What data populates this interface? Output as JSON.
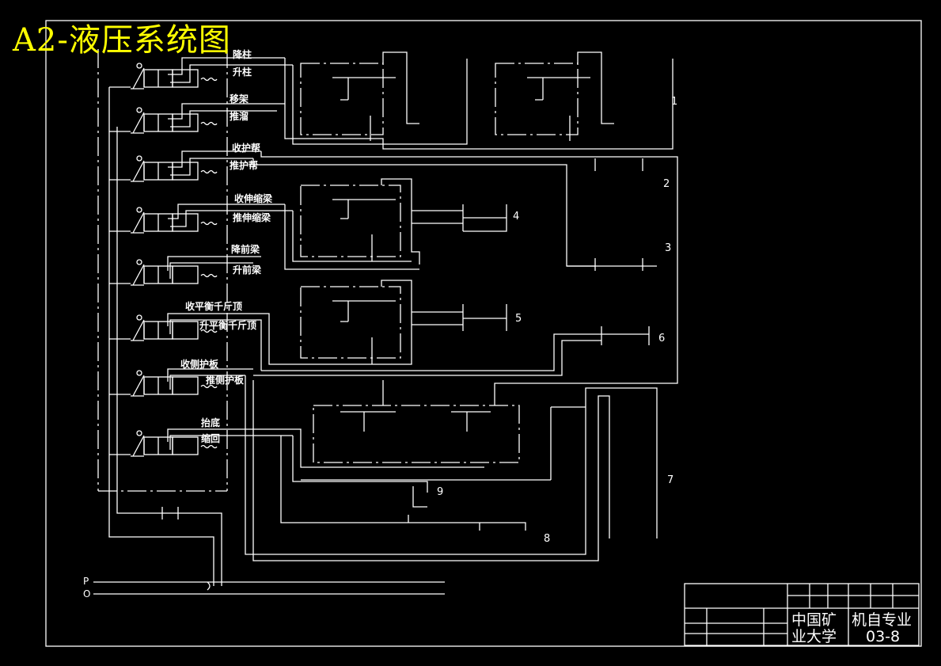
{
  "title": "A2-液压系统图",
  "valves": [
    {
      "top": "降柱",
      "bottom": "升柱"
    },
    {
      "top": "移架",
      "bottom": "推溜"
    },
    {
      "top": "收护帮",
      "bottom": "推护帮"
    },
    {
      "top": "收伸缩梁",
      "bottom": "推伸缩梁"
    },
    {
      "top": "降前梁",
      "bottom": "升前梁"
    },
    {
      "top": "收平衡千斤顶",
      "bottom": "升平衡千斤顶"
    },
    {
      "top": "收侧护板",
      "bottom": "推侧护板"
    },
    {
      "top": "抬底",
      "bottom": "缩回"
    }
  ],
  "numbers": [
    "1",
    "2",
    "3",
    "4",
    "5",
    "6",
    "7",
    "8",
    "9"
  ],
  "supply": {
    "pressure": "P",
    "return": "O"
  },
  "title_block": {
    "school_line1": "中国矿",
    "school_line2": "业大学",
    "major_line1": "机自专业",
    "major_line2": "03-8"
  },
  "colors": {
    "background": "#000000",
    "lines": "#ffffff",
    "title": "#ffff00"
  }
}
